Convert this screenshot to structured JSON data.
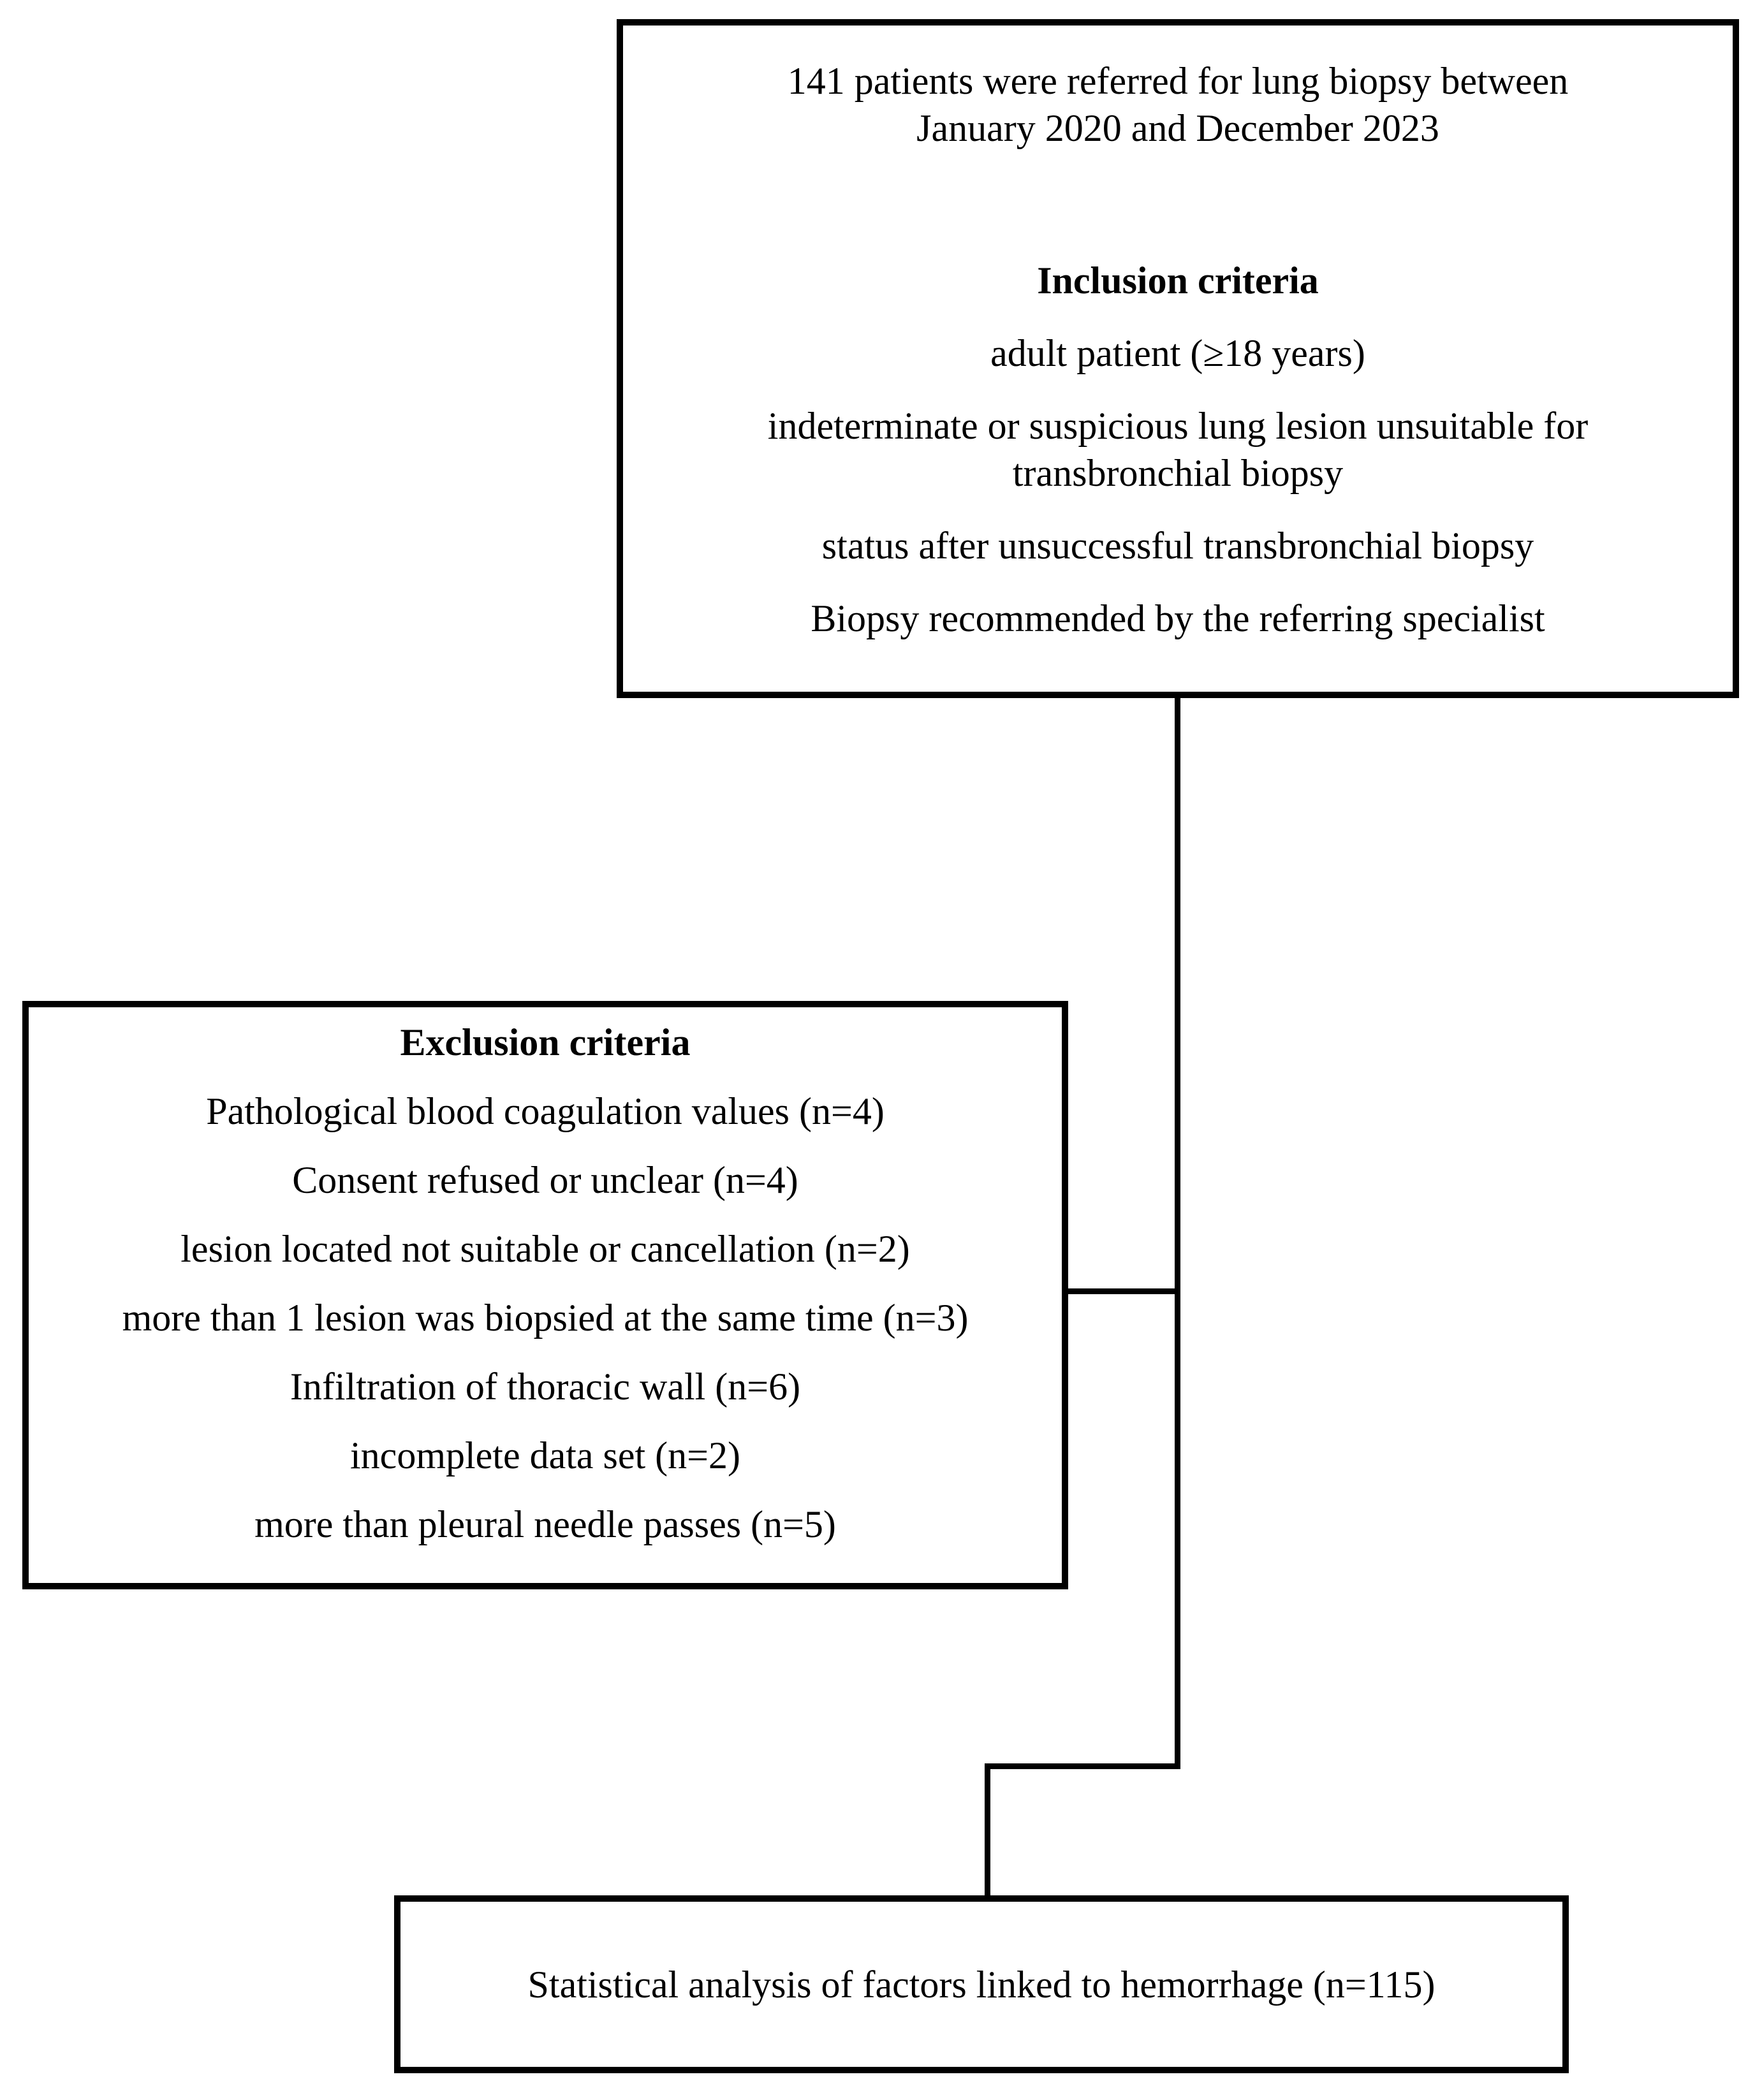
{
  "diagram": {
    "inclusion_box": {
      "intro": "141 patients were referred for lung biopsy between\nJanuary 2020 and December 2023",
      "heading": "Inclusion criteria",
      "criteria": [
        "adult patient (≥18 years)",
        "indeterminate or suspicious lung lesion unsuitable for\ntransbronchial biopsy",
        "status after unsuccessful transbronchial biopsy",
        "Biopsy recommended by the referring specialist"
      ]
    },
    "exclusion_box": {
      "heading": "Exclusion criteria",
      "items": [
        "Pathological blood coagulation values (n=4)",
        "Consent refused or unclear (n=4)",
        "lesion located not suitable or cancellation (n=2)",
        "more than 1 lesion was biopsied at the same time (n=3)",
        "Infiltration of thoracic wall (n=6)",
        "incomplete data set (n=2)",
        "more than pleural needle passes (n=5)"
      ]
    },
    "result_box": {
      "text": "Statistical analysis of factors linked to hemorrhage (n=115)"
    },
    "colors": {
      "line": "#000000",
      "background": "#ffffff",
      "text": "#000000"
    }
  }
}
